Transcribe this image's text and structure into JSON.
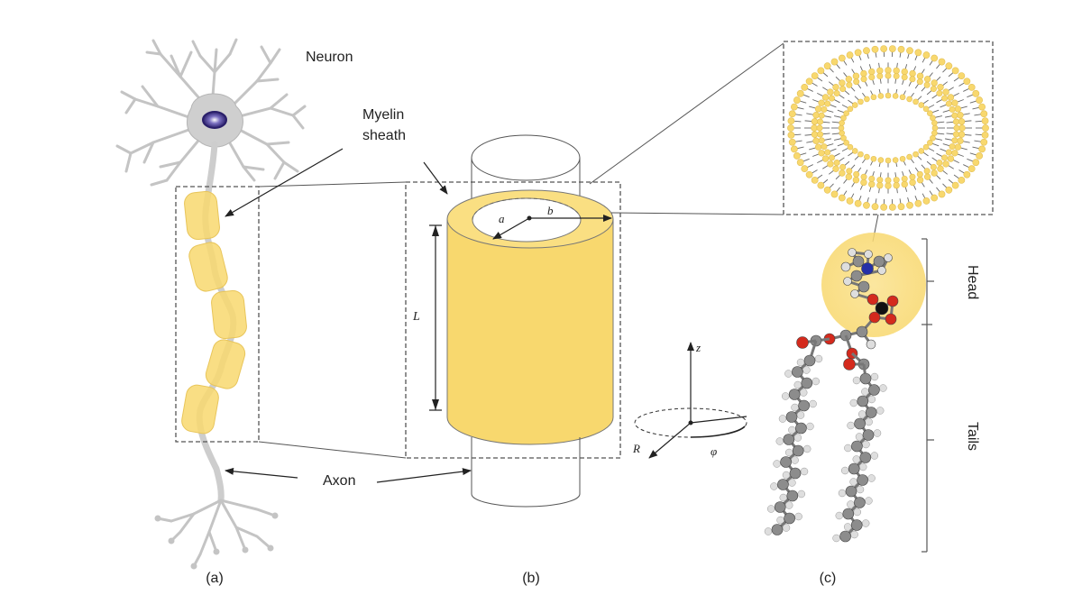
{
  "labels": {
    "neuron": "Neuron",
    "myelin_line1": "Myelin",
    "myelin_line2": "sheath",
    "axon": "Axon",
    "head": "Head",
    "tails": "Tails"
  },
  "panels": {
    "a": "(a)",
    "b": "(b)",
    "c": "(c)"
  },
  "cylinder": {
    "inner_radius": "a",
    "outer_radius": "b",
    "length": "L"
  },
  "axes": {
    "z": "z",
    "r": "R",
    "phi": "φ"
  },
  "colors": {
    "myelin": "#f8d86e",
    "myelin_glow": "#fbe59a",
    "dendrite": "#c9c9c9",
    "nucleus": "#3b2a84",
    "oxygen": "#d42a1d",
    "nitrogen": "#2530a8",
    "carbon": "#8c8c8c",
    "hydrogen": "#dedede",
    "phosphorus": "#111111"
  }
}
